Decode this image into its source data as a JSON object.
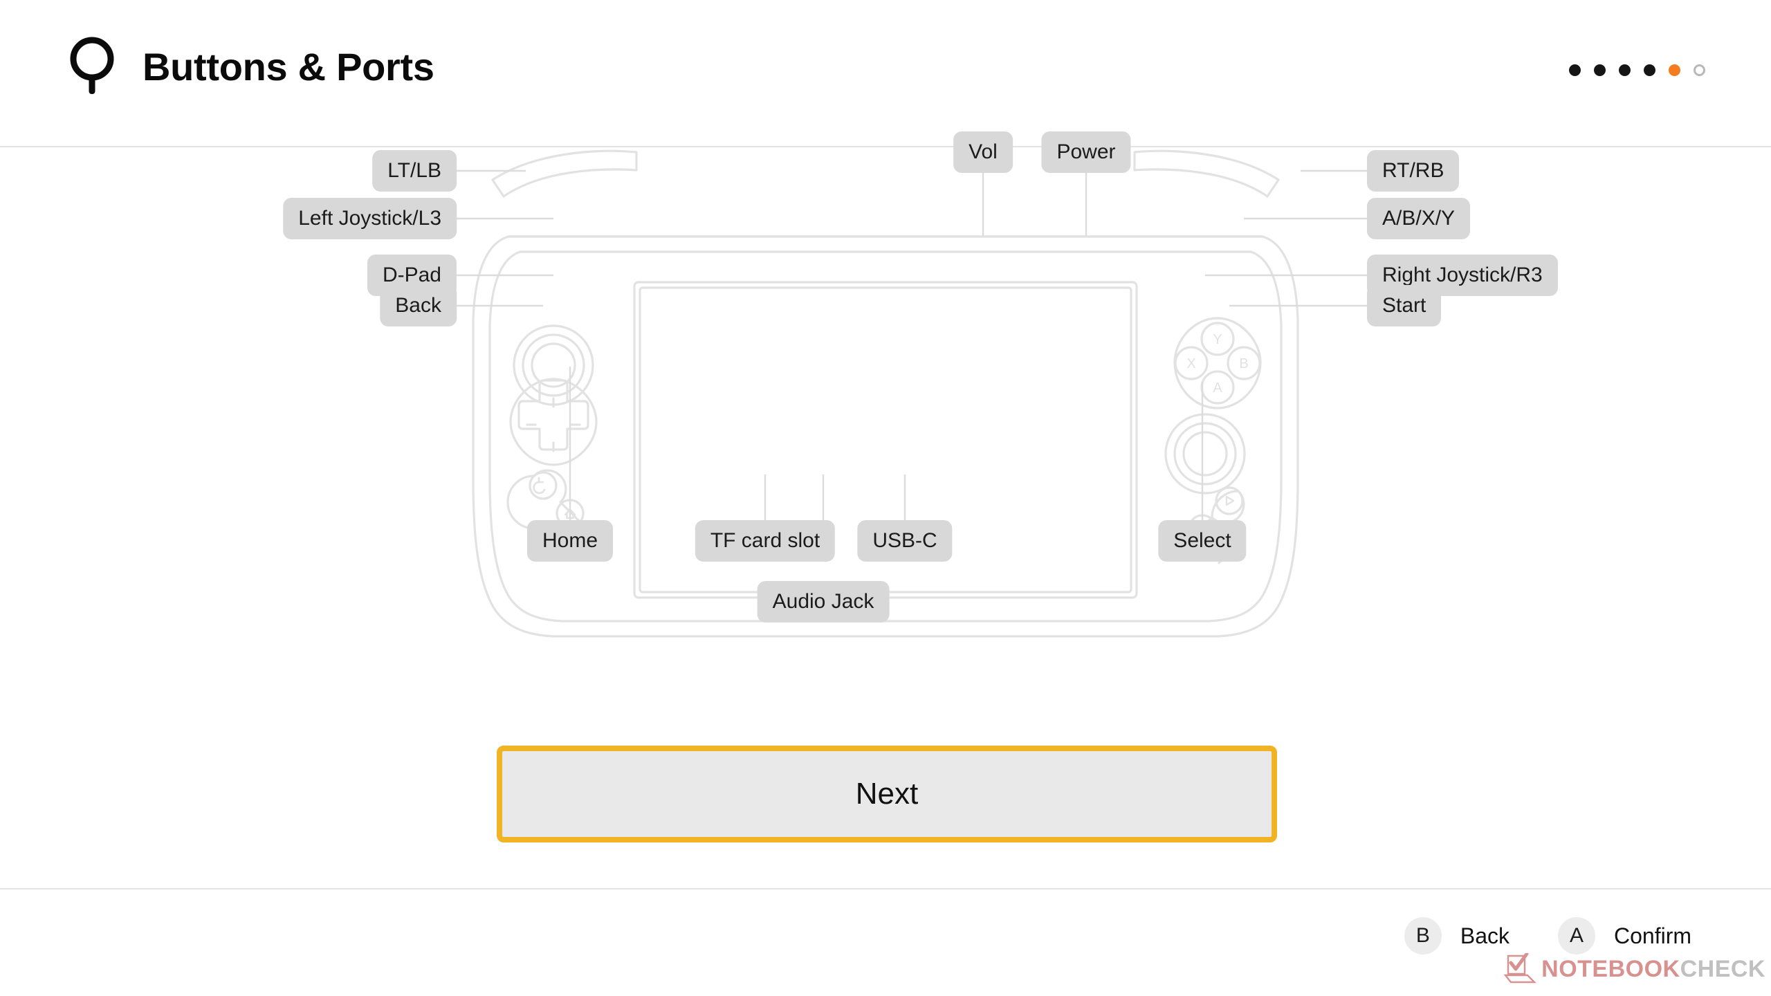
{
  "header": {
    "title": "Buttons & Ports",
    "icon": "joystick-icon",
    "pager": {
      "total": 6,
      "current_index": 4,
      "dots": [
        {
          "state": "filled"
        },
        {
          "state": "filled"
        },
        {
          "state": "filled"
        },
        {
          "state": "filled"
        },
        {
          "state": "active"
        },
        {
          "state": "hollow"
        }
      ],
      "active_color": "#f47b20",
      "filled_color": "#151515",
      "hollow_color": "#b8b8b8"
    }
  },
  "diagram": {
    "device": "handheld-game-console",
    "outline_color": "#e2e2e2",
    "chip_background": "#d8d8d8",
    "chip_text_color": "#1b1b1b",
    "callouts": [
      {
        "id": "vol",
        "label": "Vol",
        "side": "top"
      },
      {
        "id": "power",
        "label": "Power",
        "side": "top"
      },
      {
        "id": "lt-lb",
        "label": "LT/LB",
        "side": "left"
      },
      {
        "id": "left-joystick",
        "label": "Left Joystick/L3",
        "side": "left"
      },
      {
        "id": "d-pad",
        "label": "D-Pad",
        "side": "left"
      },
      {
        "id": "back",
        "label": "Back",
        "side": "left"
      },
      {
        "id": "rt-rb",
        "label": "RT/RB",
        "side": "right"
      },
      {
        "id": "abxy",
        "label": "A/B/X/Y",
        "side": "right"
      },
      {
        "id": "right-joystick",
        "label": "Right Joystick/R3",
        "side": "right"
      },
      {
        "id": "start",
        "label": "Start",
        "side": "right"
      },
      {
        "id": "home",
        "label": "Home",
        "side": "bottom"
      },
      {
        "id": "tf-card-slot",
        "label": "TF card slot",
        "side": "bottom"
      },
      {
        "id": "usb-c",
        "label": "USB-C",
        "side": "bottom"
      },
      {
        "id": "audio-jack",
        "label": "Audio Jack",
        "side": "bottom"
      },
      {
        "id": "select",
        "label": "Select",
        "side": "bottom"
      }
    ],
    "face_buttons": [
      "Y",
      "X",
      "B",
      "A"
    ]
  },
  "next_button": {
    "label": "Next",
    "border_color": "#f0b323",
    "fill_color": "#e9e9e9"
  },
  "footer": {
    "hints": [
      {
        "badge": "B",
        "label": "Back"
      },
      {
        "badge": "A",
        "label": "Confirm"
      }
    ]
  },
  "watermark": {
    "text_primary": "NOTEBOOK",
    "text_secondary": "CHECK",
    "primary_color": "#c0504d",
    "secondary_color": "#9a9a9a"
  }
}
